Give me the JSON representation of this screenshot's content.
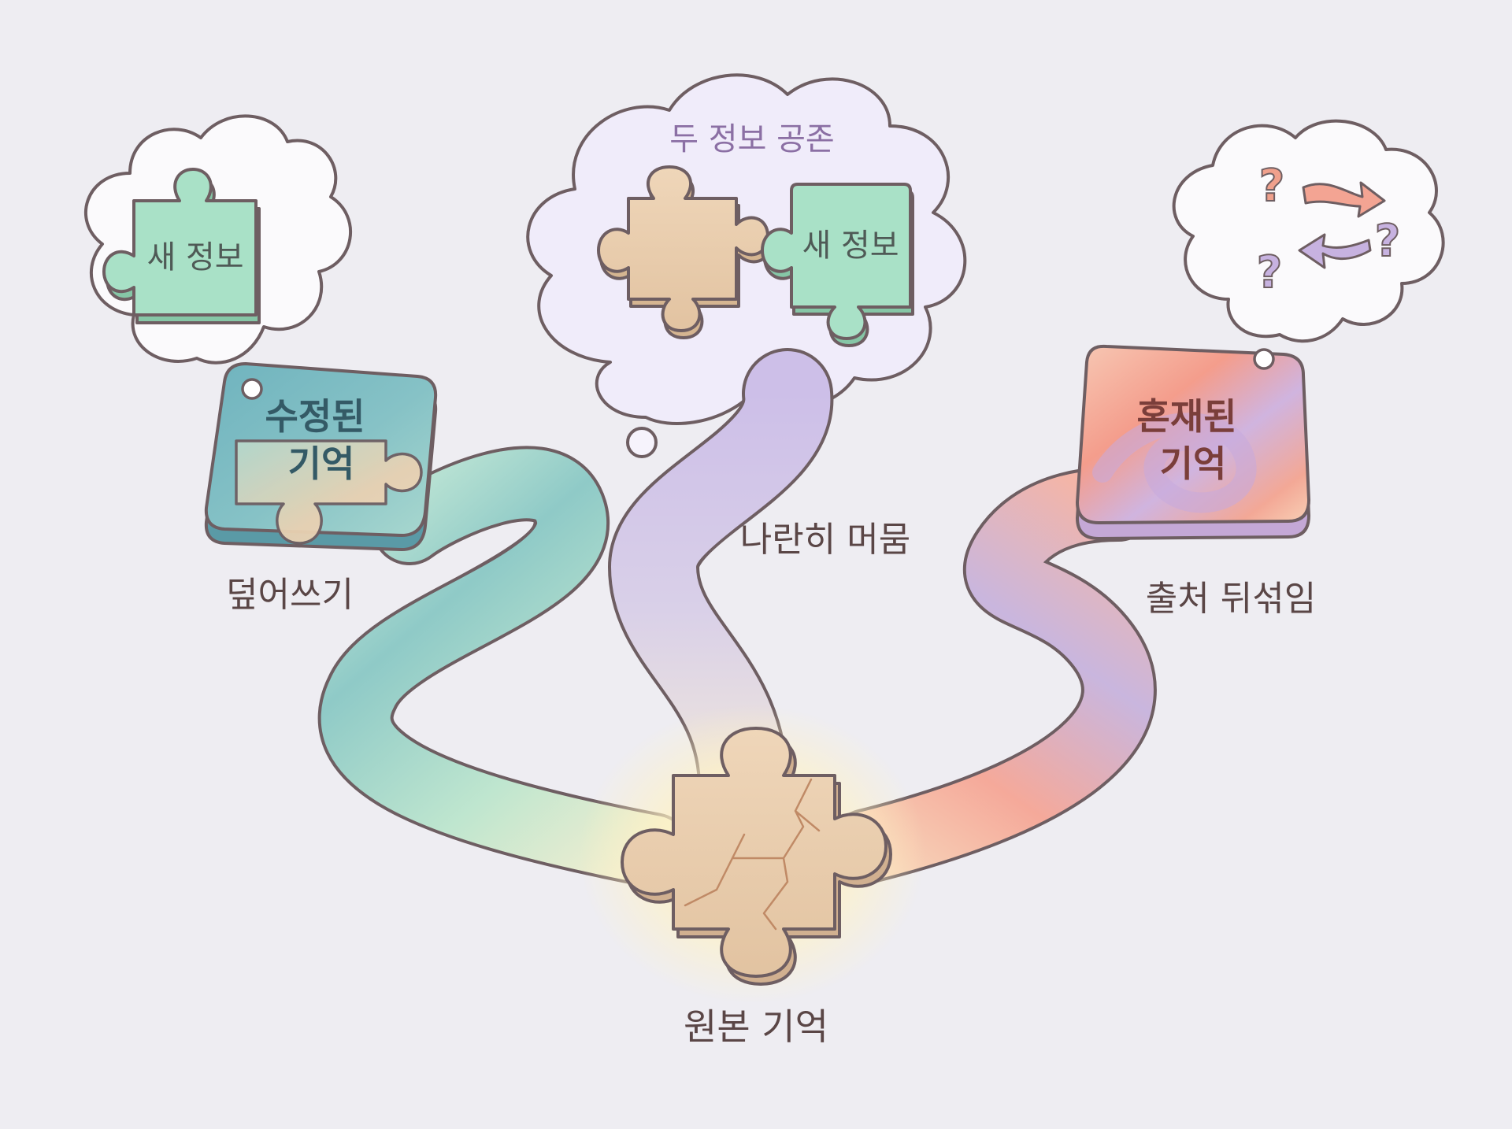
{
  "title": "",
  "nodes": {
    "original": {
      "label": "원본 기억"
    },
    "left": {
      "card_label": "수정된\n기억",
      "path_label": "덮어쓰기",
      "bubble_piece_label": "새 정보"
    },
    "center": {
      "cloud_title": "두 정보 공존",
      "new_piece_label": "새 정보",
      "path_label": "나란히 머뭄"
    },
    "right": {
      "card_label": "혼재된\n기억",
      "path_label": "출처 뒤섞임"
    }
  },
  "colors": {
    "background": "#eeedf2",
    "outline": "#6e5e62",
    "teal": "#7cbcc4",
    "mint": "#bfe5d2",
    "mint_piece": "#a6e0c6",
    "beige": "#e7cbaa",
    "lavender": "#cdbfe6",
    "salmon": "#f3a493",
    "glow": "#fff4c6",
    "text": "#5a4646",
    "cloud_title_text": "#8b6fa4"
  },
  "icons": {
    "original": "cracked-puzzle-piece-icon",
    "left_bubble": "puzzle-piece-icon",
    "center_pieces": [
      "puzzle-piece-icon",
      "puzzle-piece-icon"
    ],
    "right_bubble": [
      "question-mark-icon",
      "swap-arrows-icon"
    ]
  }
}
